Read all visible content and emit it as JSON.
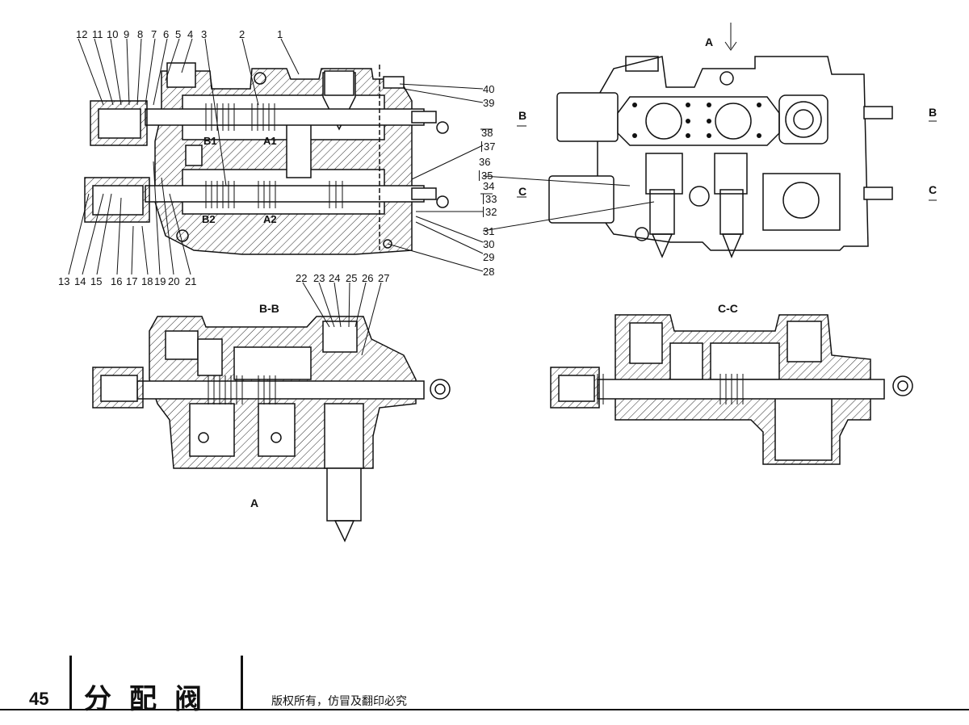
{
  "callouts_top": [
    {
      "id": "1",
      "text": "1"
    },
    {
      "id": "2",
      "text": "2"
    },
    {
      "id": "3",
      "text": "3"
    },
    {
      "id": "4",
      "text": "4"
    },
    {
      "id": "5",
      "text": "5"
    },
    {
      "id": "6",
      "text": "6"
    },
    {
      "id": "7",
      "text": "7"
    },
    {
      "id": "8",
      "text": "8"
    },
    {
      "id": "9",
      "text": "9"
    },
    {
      "id": "10",
      "text": "10"
    },
    {
      "id": "11",
      "text": "11"
    },
    {
      "id": "12",
      "text": "12"
    }
  ],
  "callouts_bottom": [
    {
      "text": "13"
    },
    {
      "text": "14"
    },
    {
      "text": "15"
    },
    {
      "text": "16"
    },
    {
      "text": "17"
    },
    {
      "text": "18"
    },
    {
      "text": "19"
    },
    {
      "text": "20"
    },
    {
      "text": "21"
    }
  ],
  "callouts_bb": [
    {
      "text": "22"
    },
    {
      "text": "23"
    },
    {
      "text": "24"
    },
    {
      "text": "25"
    },
    {
      "text": "26"
    },
    {
      "text": "27"
    }
  ],
  "callouts_right": [
    {
      "text": "40"
    },
    {
      "text": "39"
    },
    {
      "text": "38"
    },
    {
      "text": "37"
    },
    {
      "text": "36"
    },
    {
      "text": "35"
    },
    {
      "text": "34"
    },
    {
      "text": "33"
    },
    {
      "text": "32"
    },
    {
      "text": "31"
    },
    {
      "text": "30"
    },
    {
      "text": "29"
    },
    {
      "text": "28"
    }
  ],
  "port_labels": {
    "b1": "B1",
    "a1": "A1",
    "b2": "B2",
    "a2": "A2"
  },
  "section_labels": {
    "bb": "B-B",
    "cc": "C-C",
    "a_view": "A",
    "a_arrow": "A",
    "b_left": "B",
    "b_right": "B",
    "c_left": "C",
    "c_right": "C"
  },
  "footer": {
    "page_number": "45",
    "title": "分配阀",
    "copyright": "版权所有，仿冒及翻印必究"
  },
  "colors": {
    "ink": "#111111",
    "paper": "#ffffff"
  }
}
